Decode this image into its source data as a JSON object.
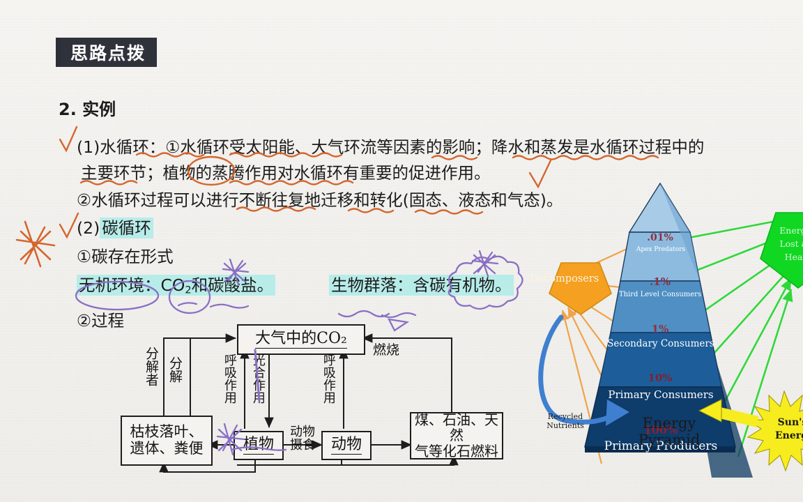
{
  "header": {
    "title": "思路点拨"
  },
  "content": {
    "heading": "2. 实例",
    "line1": "(1)水循环：①水循环受太阳能、大气环流等因素的影响；降水和蒸发是水循环过程中的",
    "line2": "主要环节；植物的蒸腾作用对水循环有重要的促进作用。",
    "line3": "②水循环过程可以进行不断往复地迁移和转化(固态、液态和气态)。",
    "line4_prefix": "(2)",
    "line4_highlight": "碳循环",
    "line5": "①碳存在形式",
    "line6_left_pre": "无机环境：CO",
    "line6_left_sub": "2",
    "line6_left_post": "和碳酸盐。",
    "line6_right": "生物群落：含碳有机物。",
    "line7": "②过程"
  },
  "carbon_cycle": {
    "atmosphere": "大气中的CO₂",
    "decomposer_agent": "分解者",
    "decomposition": "分解",
    "respiration_plant": "呼吸作用",
    "photosynthesis": "光合作用",
    "respiration_animal": "呼吸作用",
    "combustion": "燃烧",
    "litter": "枯枝落叶、\n遗体、粪便",
    "litter_l1": "枯枝落叶、",
    "litter_l2": "遗体、粪便",
    "plants": "植物",
    "animals": "动物",
    "feeding_l1": "动物",
    "feeding_l2": "摄食",
    "fossil_l1": "煤、石油、天然",
    "fossil_l2": "气等化石燃料"
  },
  "energy_pyramid": {
    "title_l1": "Energy",
    "title_l2": "Pyramid",
    "levels": [
      {
        "percent": ".01%",
        "label": "Apex Predators"
      },
      {
        "percent": ".1%",
        "label": "Third Level Consumers"
      },
      {
        "percent": "1%",
        "label": "Secondary Consumers"
      },
      {
        "percent": "10%",
        "label": "Primary Consumers"
      },
      {
        "percent": "100%",
        "label": "Primary Producers"
      }
    ],
    "decomposers": "Decomposers",
    "recycled_l1": "Recycled",
    "recycled_l2": "Nutrients",
    "energy_lost_l1": "Energy",
    "energy_lost_l2": "Lost as",
    "energy_lost_l3": "Heat",
    "sun_l1": "Sun's",
    "sun_l2": "Energy"
  },
  "colors": {
    "header_bg": "#2f323b",
    "highlight": "#b7ece9",
    "annotation_orange": "#d4662f",
    "annotation_purple": "#8a6fc4",
    "decomposer_orange": "#f5a020",
    "energy_green": "#10d822",
    "sun_yellow": "#f7ec1e",
    "recycled_blue": "#3f7fcf"
  }
}
